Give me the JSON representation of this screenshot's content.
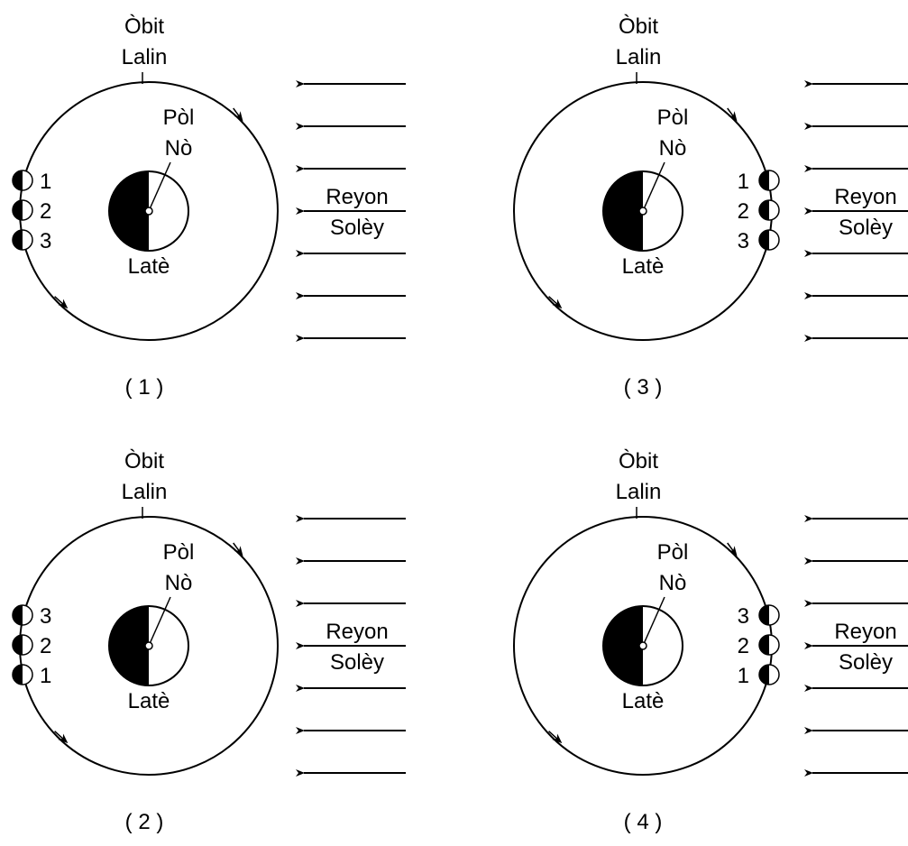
{
  "labels": {
    "orbit_line1": "Òbit",
    "orbit_line2": "Lalin",
    "pole_line1": "Pòl",
    "pole_line2": "Nò",
    "earth": "Latè",
    "rays_line1": "Reyon",
    "rays_line2": "Solèy"
  },
  "panels": [
    {
      "caption": "( 1 )",
      "moon_side": "left",
      "moon_numbers": [
        "1",
        "2",
        "3"
      ]
    },
    {
      "caption": "( 3 )",
      "moon_side": "right",
      "moon_numbers": [
        "1",
        "2",
        "3"
      ]
    },
    {
      "caption": "( 2 )",
      "moon_side": "left",
      "moon_numbers": [
        "3",
        "2",
        "1"
      ]
    },
    {
      "caption": "( 4 )",
      "moon_side": "right",
      "moon_numbers": [
        "3",
        "2",
        "1"
      ]
    }
  ],
  "colors": {
    "ink": "#000000",
    "background": "#ffffff"
  }
}
